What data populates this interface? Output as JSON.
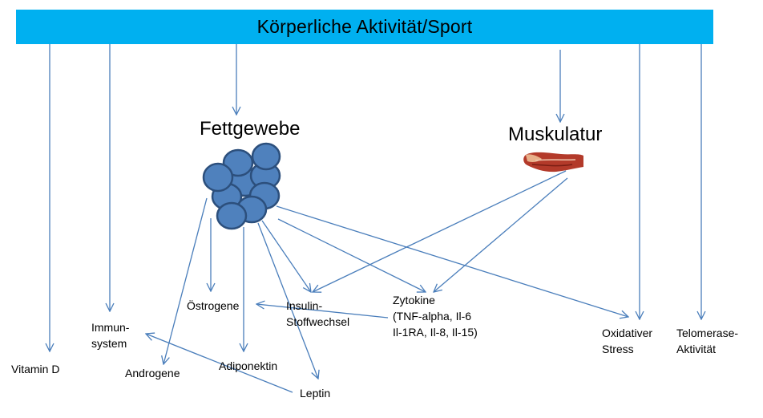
{
  "header": {
    "title": "Körperliche Aktivität/Sport"
  },
  "colors": {
    "banner": "#00b0f0",
    "arrow": "#4a7ebb",
    "fat_cell_fill": "#4f81bd",
    "fat_cell_stroke": "#2c4f7c"
  },
  "nodes": {
    "fettgewebe": "Fettgewebe",
    "muskulatur": "Muskulatur",
    "vitamin_d": "Vitamin D",
    "immunsystem": [
      "Immun-",
      "system"
    ],
    "androgene": "Androgene",
    "oestrogene": "Östrogene",
    "adiponektin": "Adiponektin",
    "leptin": "Leptin",
    "insulin": [
      "Insulin-",
      "Stoffwechsel"
    ],
    "zytokine": [
      "Zytokine",
      "(TNF-alpha, Il-6",
      "Il-1RA, Il-8, Il-15)"
    ],
    "oxidativer_stress": [
      "Oxidativer",
      "Stress"
    ],
    "telomerase": [
      "Telomerase-",
      "Aktivität"
    ]
  },
  "icons": {
    "fat_tissue": "fat-cell-cluster-icon",
    "muscle": "arm-muscle-icon"
  }
}
